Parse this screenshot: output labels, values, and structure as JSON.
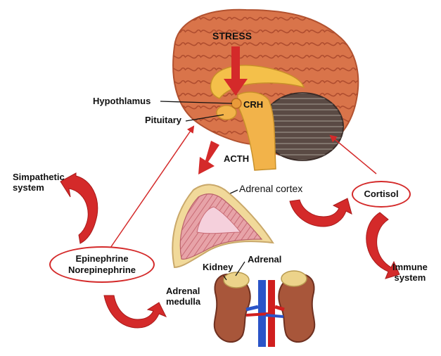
{
  "labels": {
    "stress": "STRESS",
    "hypothalamus": "Hypothlamus",
    "crh": "CRH",
    "pituitary": "Pituitary",
    "acth": "ACTH",
    "adrenal_cortex": "Adrenal cortex",
    "cortisol": "Cortisol",
    "simpathetic_line1": "Simpathetic",
    "simpathetic_line2": "system",
    "epinephrine": "Epinephrine",
    "norepinephrine": "Norepinephrine",
    "adrenal": "Adrenal",
    "kidney": "Kidney",
    "adrenal_medulla_line1": "Adrenal",
    "adrenal_medulla_line2": "medulla",
    "immune_line1": "Immune",
    "immune_line2": "system"
  },
  "colors": {
    "arrow_red": "#d42a2a",
    "brain": "#d9744a",
    "cerebellum": "#5a4a44",
    "kidney": "#a8563a",
    "vein_blue": "#2a54c8",
    "artery_red": "#d01e1e"
  }
}
